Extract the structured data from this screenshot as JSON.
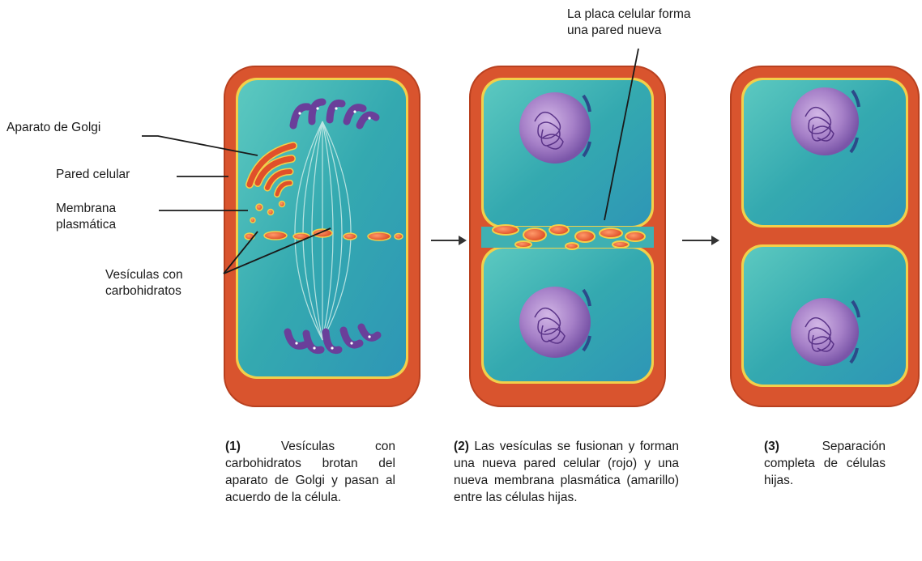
{
  "labels": {
    "golgi": "Aparato de Golgi",
    "pared": "Pared celular",
    "membrana_1": "Membrana",
    "membrana_2": "plasmática",
    "vesiculas_1": "Vesículas con",
    "vesiculas_2": "carbohidratos",
    "placa_1": "La placa celular forma",
    "placa_2": "una pared nueva"
  },
  "captions": [
    {
      "num": "(1)",
      "text": "Vesículas con carbohidratos brotan del aparato de Golgi y pasan al acuerdo de la célula."
    },
    {
      "num": "(2)",
      "text": "Las vesículas se fusionan y forman una nueva pared celular (rojo) y una nueva membrana plasmática (amarillo) entre las células hijas."
    },
    {
      "num": "(3)",
      "text": "Separación completa de células hijas."
    }
  ],
  "colors": {
    "wall": "#d9542e",
    "wall_dark": "#b8401f",
    "membrane": "#f2d04a",
    "cytoplasm": "#3fb8b4",
    "cytoplasm_light": "#7fd6cc",
    "nucleus": "#9a6fb8",
    "chromosome": "#6a3f9a",
    "vesicle": "#e0502a"
  },
  "arrows": [
    "arrow-right-icon",
    "arrow-right-icon"
  ]
}
